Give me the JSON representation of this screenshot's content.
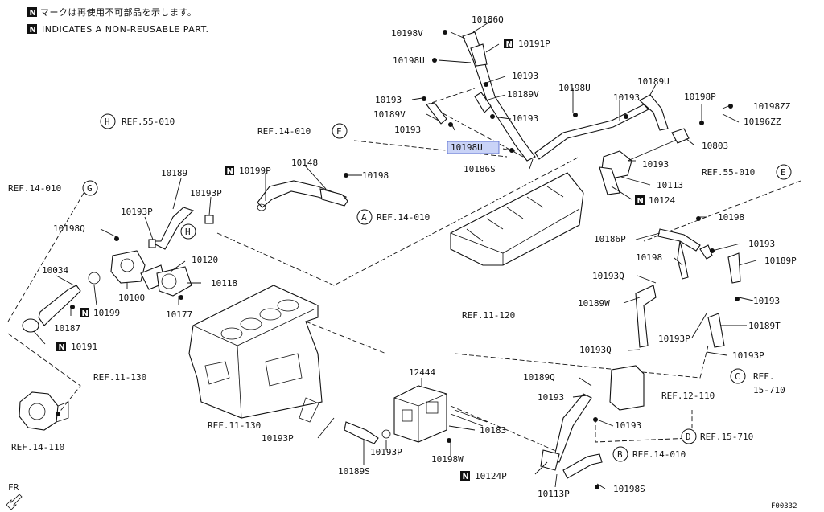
{
  "notes": {
    "jp": "マークは再使用不可部品を示します。",
    "en": "INDICATES A NON-REUSABLE PART.",
    "badge": "N"
  },
  "highlight_color": "#c9d3f7",
  "labels": {
    "p10186Q": "10186Q",
    "p10198V_a": "10198V",
    "p10191P": "10191P",
    "p10198U_a": "10198U",
    "p10193_a": "10193",
    "p10193_b": "10193",
    "p10189V_a": "10189V",
    "p10198U_b": "10198U",
    "p10193_c": "10193",
    "p10189U": "10189U",
    "p10189V_b": "10189V",
    "p10193_d": "10193",
    "p10198P": "10198P",
    "p10198ZZ": "10198ZZ",
    "p10196ZZ": "10196ZZ",
    "p10193_e": "10193",
    "p10803": "10803",
    "p10198U_hl": "10198U",
    "p10186S": "10186S",
    "p10193_f": "10193",
    "p10113": "10113",
    "p10124": "10124",
    "p10148": "10148",
    "p10199P": "10199P",
    "p10198_a": "10198",
    "p10189_a": "10189",
    "p10193P_a": "10193P",
    "p10193P_b": "10193P",
    "p10198Q": "10198Q",
    "p10034": "10034",
    "p10120": "10120",
    "p10118": "10118",
    "p10100": "10100",
    "p10177": "10177",
    "p10199": "10199",
    "p10187": "10187",
    "p10191": "10191",
    "p10198_b": "10198",
    "p10186P": "10186P",
    "p10193_g": "10193",
    "p10198_c": "10198",
    "p10189P": "10189P",
    "p10193Q_a": "10193Q",
    "p10193_h": "10193",
    "p10189W": "10189W",
    "p10189T": "10189T",
    "p10193P_c": "10193P",
    "p10193Q_b": "10193Q",
    "p10193P_d": "10193P",
    "p12444": "12444",
    "p10189Q": "10189Q",
    "p10193_i": "10193",
    "p10193_j": "10193",
    "p10183": "10183",
    "p10193P_e": "10193P",
    "p10193P_f": "10193P",
    "p10189S": "10189S",
    "p10198W": "10198W",
    "p10124P": "10124P",
    "p10113P": "10113P",
    "p10198S": "10198S"
  },
  "refs": {
    "h_ref": "REF.55-010",
    "f_ref": "REF.14-010",
    "g_ref": "REF.14-010",
    "a_ref": "REF.14-010",
    "e_ref": "REF.55-010",
    "r11120": "REF.11-120",
    "r11130_a": "REF.11-130",
    "r11130_b": "REF.11-130",
    "r12110": "REF.12-110",
    "c_ref_1": "REF.",
    "c_ref_2": "15-710",
    "d_ref": "REF.15-710",
    "b_ref": "REF.14-010",
    "r14110": "REF.14-110"
  },
  "callouts": {
    "a": "A",
    "b": "B",
    "c": "C",
    "d": "D",
    "e": "E",
    "f": "F",
    "g": "G",
    "h": "H",
    "h2": "H"
  },
  "fr_label": "FR",
  "figure_id": "F00332"
}
